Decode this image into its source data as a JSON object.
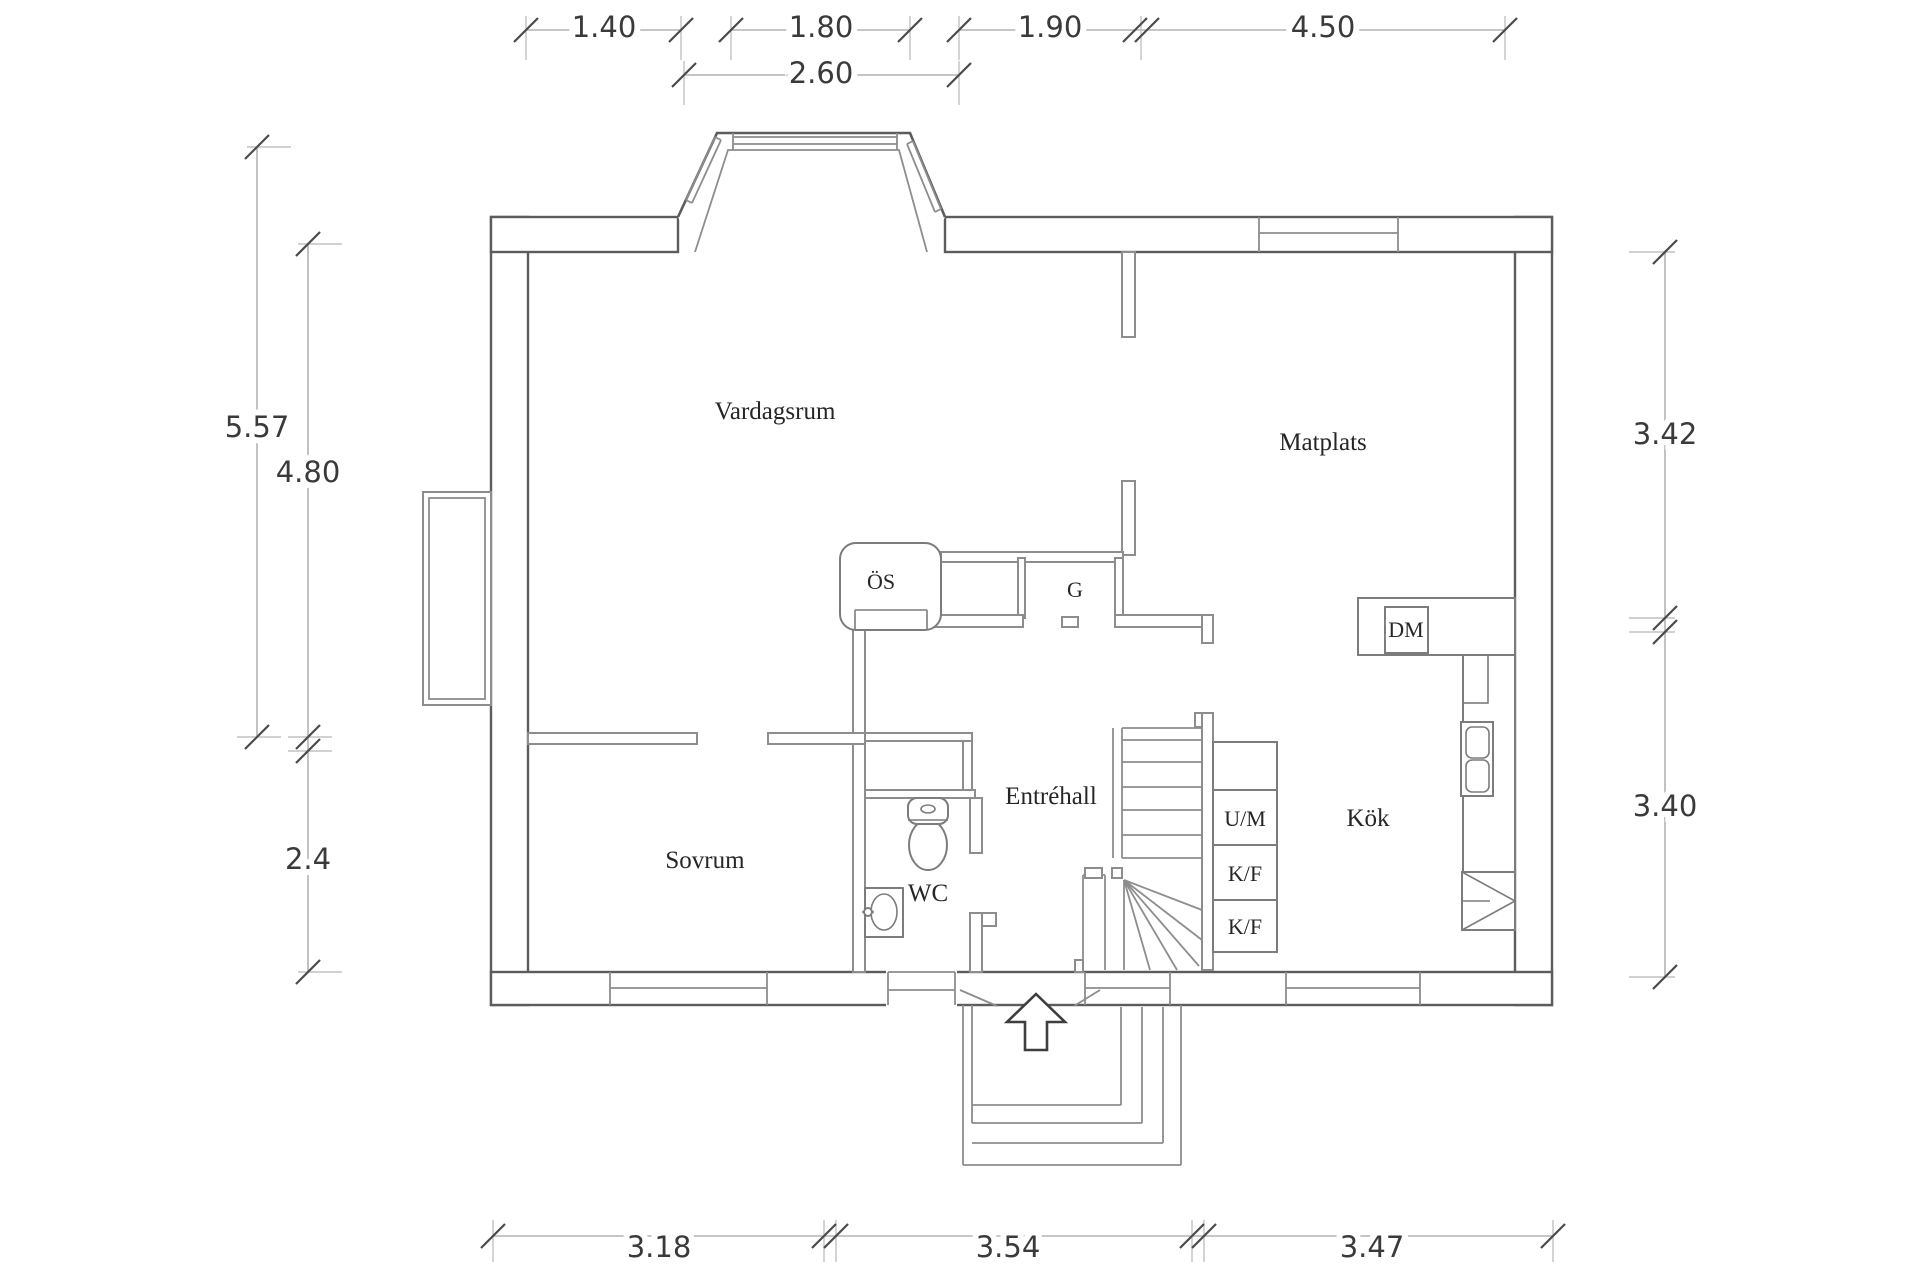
{
  "title": "floor-plan",
  "rooms": {
    "living": "Vardagsrum",
    "dining": "Matplats",
    "kitchen": "Kök",
    "bedroom": "Sovrum",
    "hall": "Entréhall",
    "wc": "WC"
  },
  "fixtures": {
    "fireplace": "ÖS",
    "wardrobe": "G",
    "dishwasher": "DM",
    "washer": "U/M",
    "fridge_freezer_1": "K/F",
    "fridge_freezer_2": "K/F"
  },
  "dimensions": {
    "top": [
      "1.40",
      "1.80",
      "1.90",
      "4.50"
    ],
    "top_inner": "2.60",
    "left_outer": "5.57",
    "left_inner": "4.80",
    "left_lower": "2.4",
    "right_upper": "3.42",
    "right_lower": "3.40",
    "bottom": [
      "3.18",
      "3.54",
      "3.47"
    ]
  },
  "icons": {
    "entrance_arrow": "up-arrow",
    "toilet": "toilet-plan-symbol",
    "sink": "washbasin-plan-symbol",
    "stairs": "winder-staircase-symbol"
  },
  "colors": {
    "background": "#ffffff",
    "outer_wall": "#5c5c5c",
    "inner_wall": "#8d8d8d",
    "dimension_text": "#3a3a3a"
  }
}
